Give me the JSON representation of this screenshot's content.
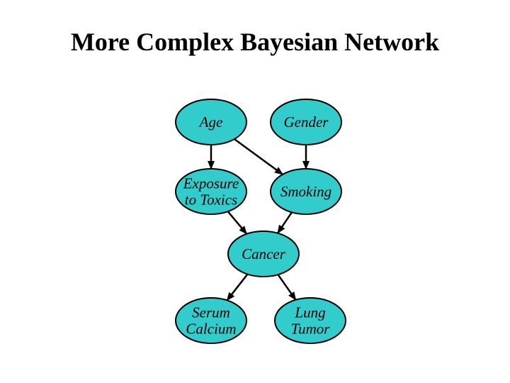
{
  "title": "More Complex Bayesian Network",
  "colors": {
    "node_fill": "#33cccc",
    "node_stroke": "#000000",
    "edge": "#000000"
  },
  "nodes": {
    "age": {
      "lines": [
        "Age"
      ]
    },
    "gender": {
      "lines": [
        "Gender"
      ]
    },
    "exposure": {
      "lines": [
        "Exposure",
        "to Toxics"
      ]
    },
    "smoking": {
      "lines": [
        "Smoking"
      ]
    },
    "cancer": {
      "lines": [
        "Cancer"
      ]
    },
    "serum": {
      "lines": [
        "Serum",
        "Calcium"
      ]
    },
    "lung": {
      "lines": [
        "Lung",
        "Tumor"
      ]
    }
  },
  "edges": [
    {
      "from": "age",
      "to": "exposure"
    },
    {
      "from": "age",
      "to": "smoking"
    },
    {
      "from": "gender",
      "to": "smoking"
    },
    {
      "from": "exposure",
      "to": "cancer"
    },
    {
      "from": "smoking",
      "to": "cancer"
    },
    {
      "from": "cancer",
      "to": "serum"
    },
    {
      "from": "cancer",
      "to": "lung"
    }
  ]
}
